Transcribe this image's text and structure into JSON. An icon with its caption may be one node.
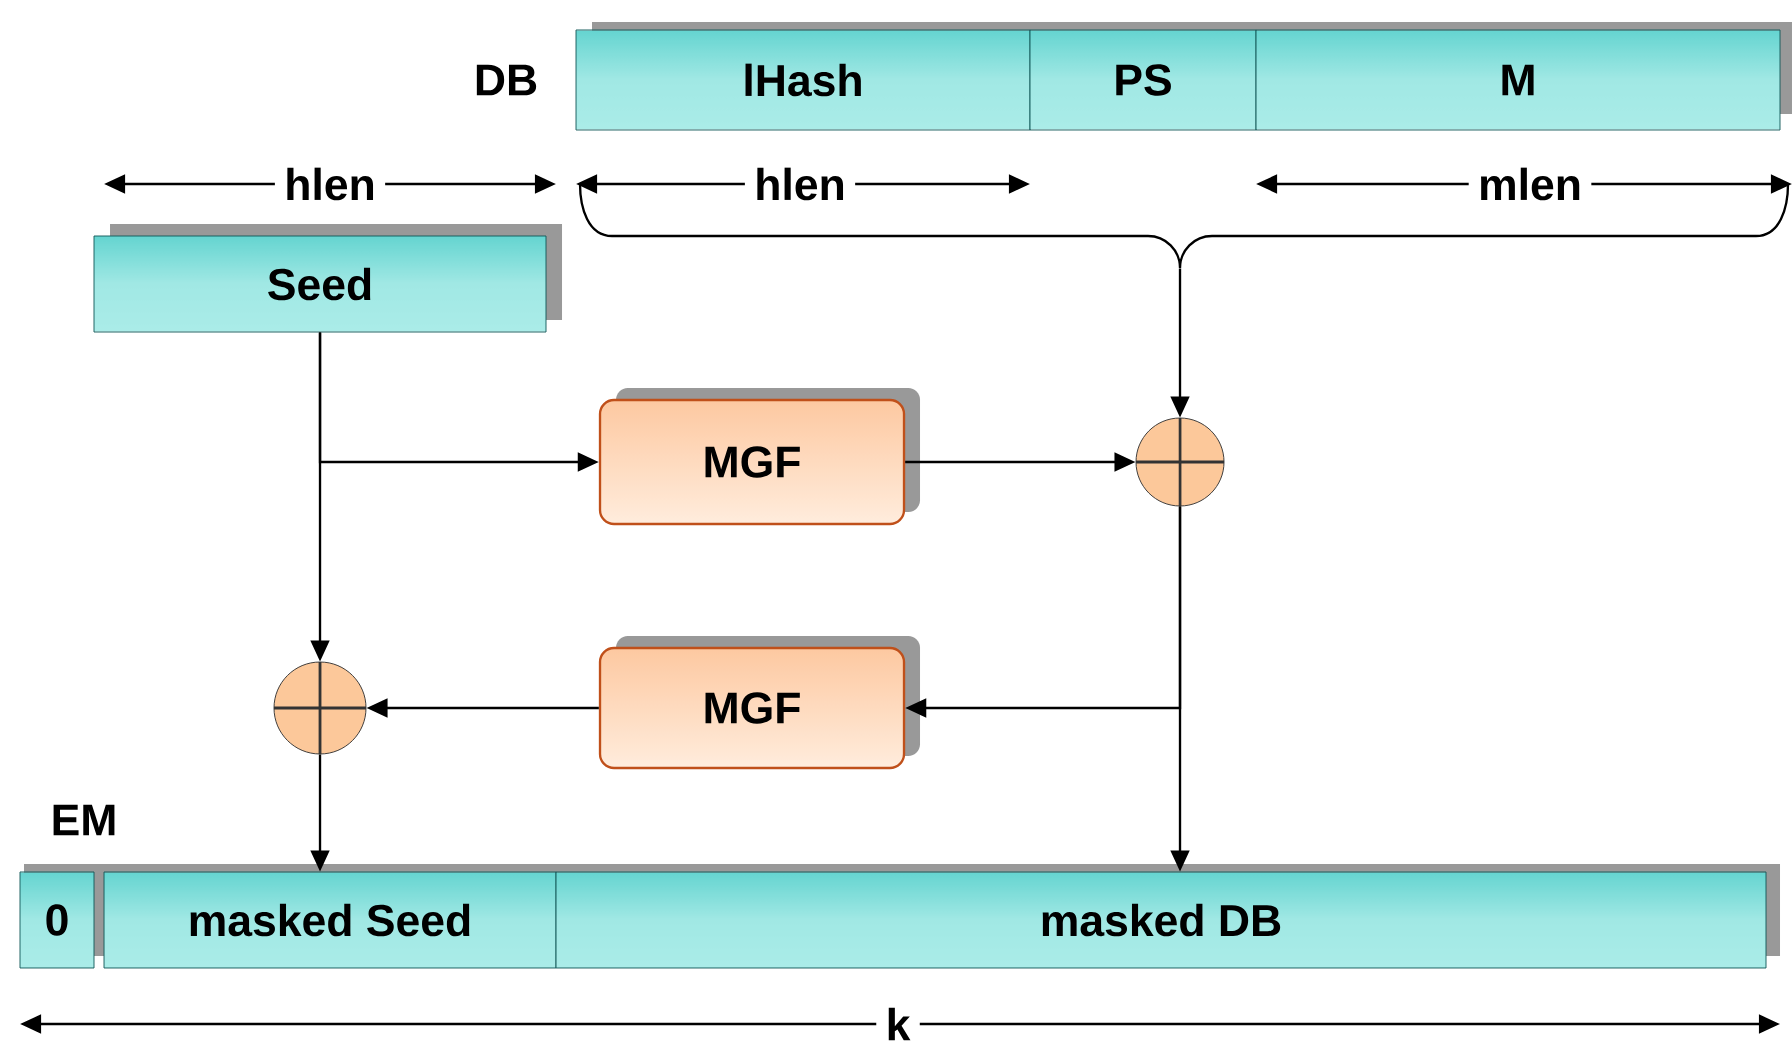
{
  "diagram": {
    "nodes": [
      {
        "text": [
          "lHash"
        ]
      },
      {
        "text": [
          "PS"
        ]
      },
      {
        "text": [
          "M"
        ]
      },
      {
        "text": [],
        "shape": "brace"
      },
      {
        "text": [
          "Seed"
        ]
      },
      {
        "text": [
          "MGF"
        ]
      },
      {
        "text": [],
        "shape": "circle"
      },
      {
        "text": [
          "MGF"
        ]
      },
      {
        "text": [],
        "shape": "circle"
      },
      {
        "text": [
          "0"
        ]
      },
      {
        "text": [
          "masked Seed"
        ]
      },
      {
        "text": [
          "masked DB"
        ]
      }
    ],
    "edges": [
      {
        "from": 3,
        "to": 6,
        "arrow": "to"
      },
      {
        "from": 4,
        "to": 5,
        "arrow": "to"
      },
      {
        "from": 5,
        "to": 6,
        "arrow": "to"
      },
      {
        "from": 4,
        "to": 8,
        "arrow": "to"
      },
      {
        "from": 6,
        "to": 7,
        "arrow": "to"
      },
      {
        "from": 7,
        "to": 8,
        "arrow": "to"
      },
      {
        "from": 8,
        "to": 10,
        "arrow": "to"
      },
      {
        "from": 6,
        "to": 11,
        "arrow": "to"
      }
    ],
    "labels": [
      "DB",
      "hlen",
      "hlen",
      "mlen",
      "EM",
      "k"
    ]
  }
}
